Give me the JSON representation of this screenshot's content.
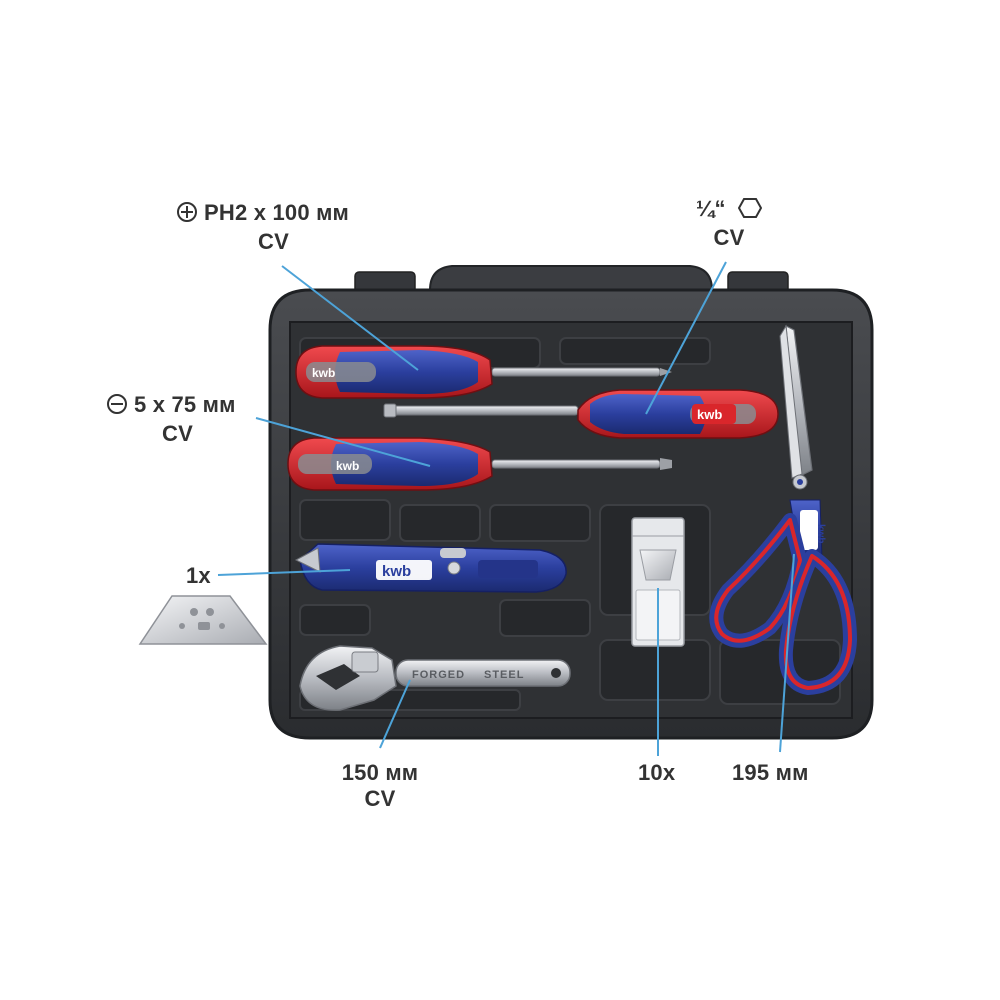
{
  "scene": {
    "background": "#ffffff",
    "case_color": "#3a3c3f",
    "case_inner_color": "#2c2e31",
    "handle_blue": "#2b3f9e",
    "handle_red": "#d9262b",
    "grip_gray": "#8a8c90",
    "leader_color": "#4da3d8",
    "brand": "kwb"
  },
  "labels": {
    "phillips": {
      "symbol": "phillips-symbol",
      "line1": "PH2 x 100 мм",
      "line2": "CV"
    },
    "hex": {
      "line1": "¼“",
      "symbol": "hexagon-symbol",
      "line2": "CV"
    },
    "slotted": {
      "symbol": "slotted-symbol",
      "line1": "5 x 75 мм",
      "line2": "CV"
    },
    "knife": {
      "line1": "1x"
    },
    "wrench": {
      "line1": "150 мм",
      "line2": "CV"
    },
    "blades": {
      "line1": "10x"
    },
    "scissors": {
      "line1": "195 мм"
    }
  },
  "wrench_markings": {
    "left": "FORGED",
    "right": "STEEL"
  }
}
